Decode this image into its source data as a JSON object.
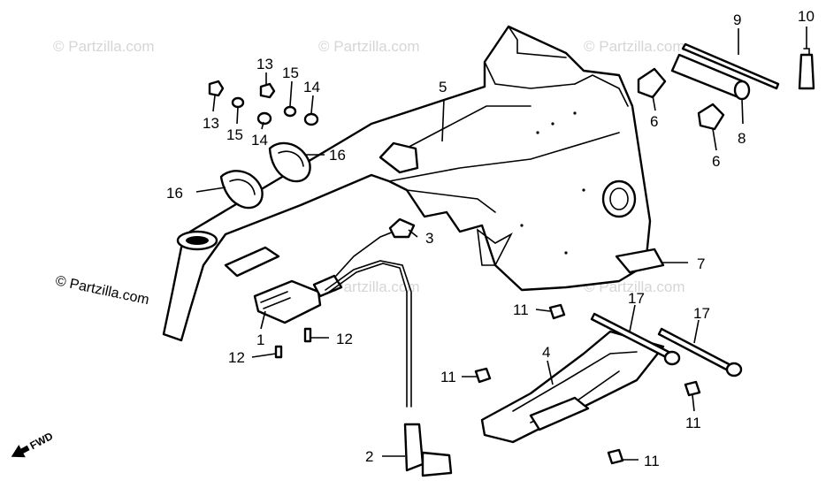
{
  "watermark": "© Partzilla.com",
  "copyright": "© Partzilla.com",
  "direction_label": "FWD",
  "callouts": {
    "c1": "1",
    "c2": "2",
    "c3": "3",
    "c4": "4",
    "c5": "5",
    "c6a": "6",
    "c6b": "6",
    "c7": "7",
    "c8": "8",
    "c9": "9",
    "c10": "10",
    "c11a": "11",
    "c11b": "11",
    "c11c": "11",
    "c11d": "11",
    "c12a": "12",
    "c12b": "12",
    "c13a": "13",
    "c13b": "13",
    "c14a": "14",
    "c14b": "14",
    "c15a": "15",
    "c15b": "15",
    "c16a": "16",
    "c16b": "16",
    "c17a": "17",
    "c17b": "17"
  }
}
